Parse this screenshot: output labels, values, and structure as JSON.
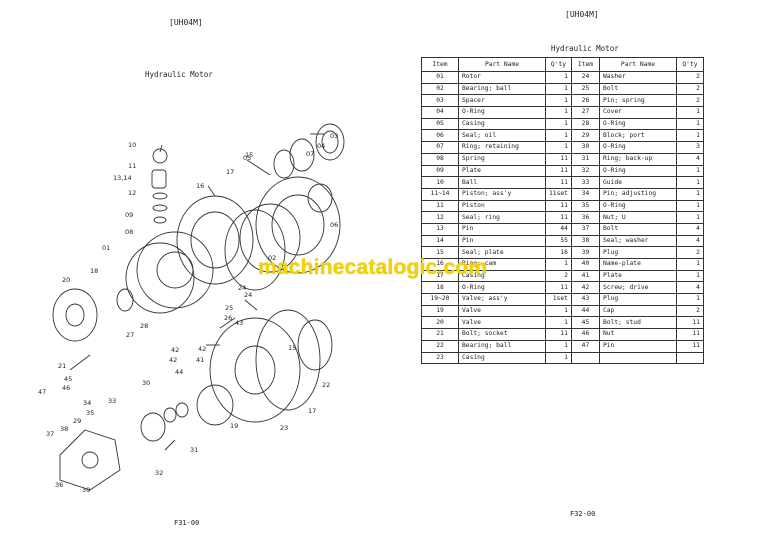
{
  "left_page": {
    "code": "[UH04M]",
    "title": "Hydraulic Motor",
    "page_no": "F31-00",
    "callouts": [
      "10",
      "11",
      "13,14",
      "12",
      "09",
      "08",
      "01",
      "16",
      "17",
      "15",
      "03",
      "04",
      "05",
      "07",
      "06",
      "02",
      "18",
      "20",
      "27",
      "28",
      "25",
      "26",
      "24",
      "42",
      "41",
      "42",
      "43",
      "44",
      "15",
      "22",
      "21",
      "45",
      "46",
      "47",
      "30",
      "34",
      "33",
      "35",
      "29",
      "38",
      "37",
      "36",
      "39",
      "32",
      "31",
      "19",
      "23",
      "17",
      "24"
    ]
  },
  "right_page": {
    "code": "[UH04M]",
    "title": "Hydraulic Motor",
    "page_no": "F32-00",
    "table_headers": [
      "Item",
      "Part Name",
      "Q'ty",
      "Item",
      "Part Name",
      "Q'ty"
    ],
    "rows_left": [
      [
        "01",
        "Rotor",
        "1"
      ],
      [
        "02",
        "Bearing; ball",
        "1"
      ],
      [
        "03",
        "Spacer",
        "1"
      ],
      [
        "04",
        "O-Ring",
        "1"
      ],
      [
        "05",
        "Casing",
        "1"
      ],
      [
        "06",
        "Seal; oil",
        "1"
      ],
      [
        "07",
        "Ring; retaining",
        "1"
      ],
      [
        "08",
        "Spring",
        "11"
      ],
      [
        "09",
        "Plate",
        "11"
      ],
      [
        "10",
        "Ball",
        "11"
      ],
      [
        "11~14",
        "Piston; ass'y",
        "11set"
      ],
      [
        "11",
        "Piston",
        "11"
      ],
      [
        "12",
        "Seal; ring",
        "11"
      ],
      [
        "13",
        "Pin",
        "44"
      ],
      [
        "14",
        "Pin",
        "55"
      ],
      [
        "15",
        "Seal; plate",
        "16"
      ],
      [
        "16",
        "Ring; cam",
        "1"
      ],
      [
        "17",
        "Casing",
        "2"
      ],
      [
        "18",
        "O-Ring",
        "11"
      ],
      [
        "19~20",
        "Valve; ass'y",
        "1set"
      ],
      [
        "19",
        "Valve",
        "1"
      ],
      [
        "20",
        "Valve",
        "1"
      ],
      [
        "21",
        "Bolt; socket",
        "11"
      ],
      [
        "22",
        "Bearing; ball",
        "1"
      ],
      [
        "23",
        "Casing",
        "1"
      ]
    ],
    "rows_right": [
      [
        "24",
        "Washer",
        "2"
      ],
      [
        "25",
        "Bolt",
        "2"
      ],
      [
        "26",
        "Pin; spring",
        "2"
      ],
      [
        "27",
        "Cover",
        "1"
      ],
      [
        "28",
        "O-Ring",
        "1"
      ],
      [
        "29",
        "Block; port",
        "1"
      ],
      [
        "30",
        "O-Ring",
        "3"
      ],
      [
        "31",
        "Ring; back-up",
        "4"
      ],
      [
        "32",
        "O-Ring",
        "1"
      ],
      [
        "33",
        "Guide",
        "1"
      ],
      [
        "34",
        "Pin; adjusting",
        "1"
      ],
      [
        "35",
        "O-Ring",
        "1"
      ],
      [
        "36",
        "Nut; U",
        "1"
      ],
      [
        "37",
        "Bolt",
        "4"
      ],
      [
        "38",
        "Seal; washer",
        "4"
      ],
      [
        "39",
        "Plug",
        "2"
      ],
      [
        "40",
        "Name-plate",
        "1"
      ],
      [
        "41",
        "Plate",
        "1"
      ],
      [
        "42",
        "Screw; drive",
        "4"
      ],
      [
        "43",
        "Plug",
        "1"
      ],
      [
        "44",
        "Cap",
        "2"
      ],
      [
        "45",
        "Bolt; stud",
        "11"
      ],
      [
        "46",
        "Nut",
        "11"
      ],
      [
        "47",
        "Pin",
        "11"
      ]
    ]
  },
  "watermark": "machinecatalogic.com"
}
